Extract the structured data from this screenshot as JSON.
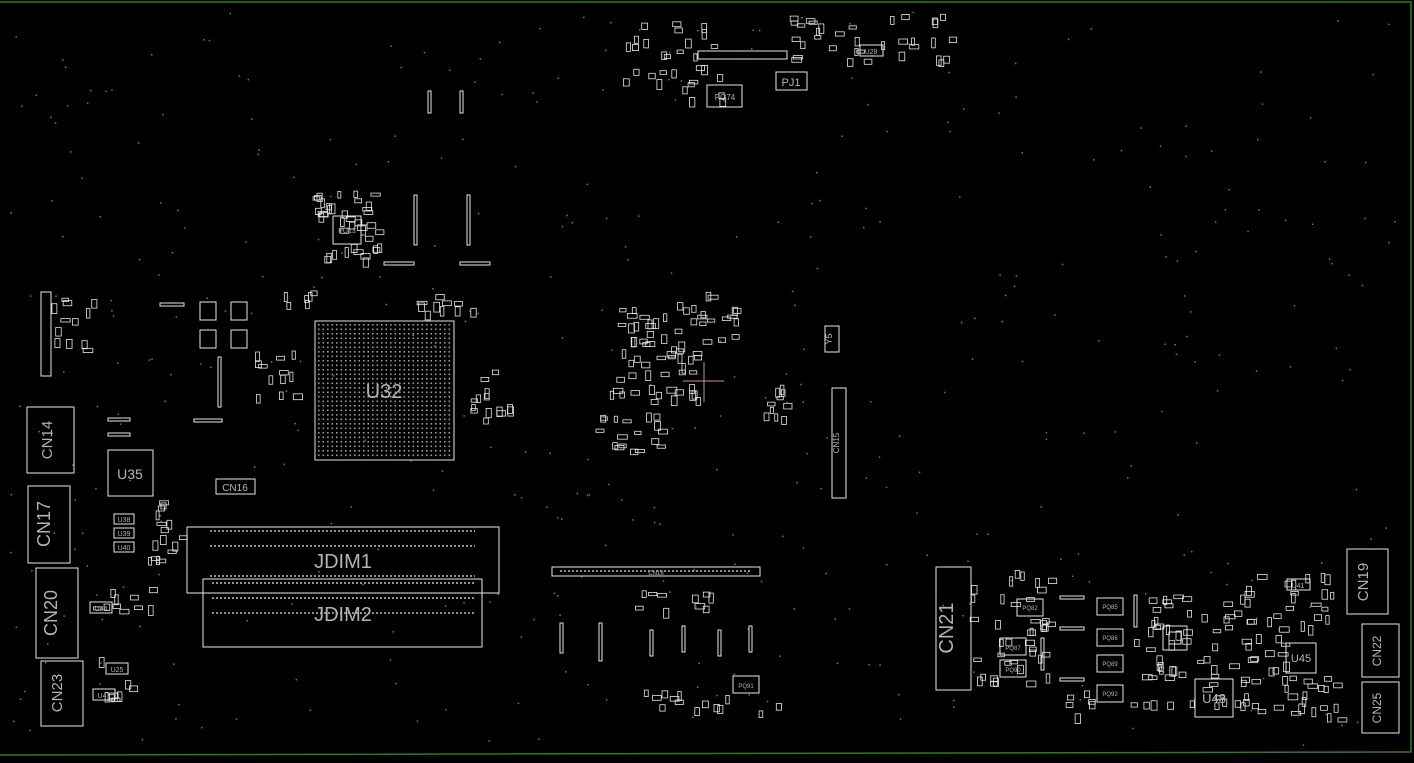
{
  "colors": {
    "background": "#000000",
    "outline": "#e6e6e6",
    "label": "#b4b4b4",
    "board_edge": "#2e7d1e",
    "via": "#1fa37e",
    "cursor": "#c98aa5"
  },
  "labels": {
    "u32": "U32",
    "pu13": "PU13",
    "pq74": "PQ74",
    "pj1": "PJ1",
    "u28": "U28",
    "y5": "Y5",
    "cn15": "CN15",
    "cn14": "CN14",
    "cn17": "CN17",
    "cn20": "CN20",
    "cn23": "CN23",
    "u35": "U35",
    "cn16": "CN16",
    "u38": "U38",
    "u39": "U39",
    "u40": "U40",
    "u44": "U44",
    "u25": "U25",
    "u47": "U47",
    "jdim1": "JDIM1",
    "jdim2": "JDIM2",
    "cn18": "CN18",
    "cn21": "CN21",
    "pq82": "PQ82",
    "pq87": "PQ87",
    "pq90": "PQ90",
    "pq85": "PQ85",
    "pq86": "PQ86",
    "pq89": "PQ89",
    "pq92": "PQ92",
    "pq91": "PQ91",
    "u41": "U41",
    "u45": "U45",
    "u48": "U48",
    "cn19": "CN19",
    "cn22": "CN22",
    "cn25": "CN25"
  }
}
